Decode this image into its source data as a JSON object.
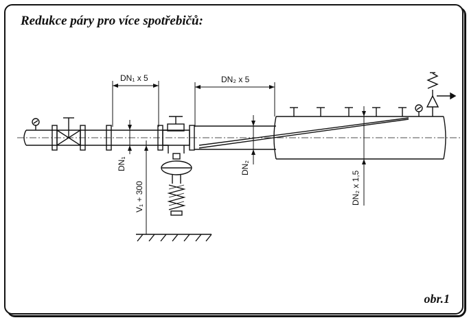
{
  "title": "Redukce páry pro více spotřebičů:",
  "figure_label": "obr.1",
  "dimensions": {
    "dn1_x5": "DN₁ x 5",
    "dn2_x5": "DN₂ x 5",
    "dn1": "DN₁",
    "dn2": "DN₂",
    "v1_300": "V₁ + 300",
    "dn2_x15": "DN₂ x 1,5"
  }
}
